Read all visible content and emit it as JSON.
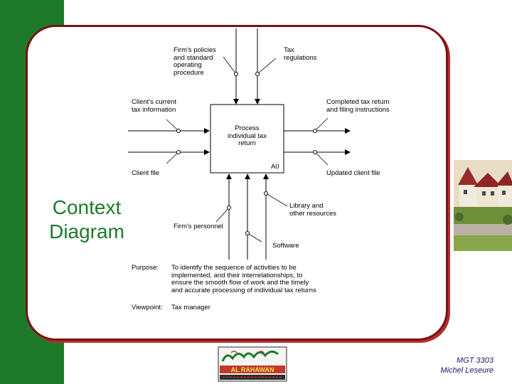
{
  "slide": {
    "title": "Context\nDiagram",
    "credit": "MGT 3303\nMichel Leseure"
  },
  "colors": {
    "left_bar": "#1e7a2a",
    "title_text": "#1e7a2a",
    "frame_border": "#7a1212",
    "credit_text": "#1a1a6a"
  },
  "diagram": {
    "box_text": "Process\nindividual tax\nreturn",
    "node_id": "A0",
    "controls": [
      "Firm's policies\nand standard\noperating\nprocedure",
      "Tax\nregulations"
    ],
    "inputs": [
      "Client's current\ntax information",
      "Client file"
    ],
    "outputs": [
      "Completed tax return\nand filing instructions",
      "Updated client file"
    ],
    "mechanisms": [
      "Library and\nother resources",
      "Firm's personnel",
      "Software"
    ],
    "purpose_label": "Purpose:",
    "purpose_text": "To identify the sequence of activities to be\nimplemented, and their interrelationships, to\nensure the smooth flow of work and the timely\nand accurate processing of individual tax returns",
    "viewpoint_label": "Viewpoint:",
    "viewpoint_text": "Tax manager"
  },
  "logo_text": "AL RAHAWAN"
}
